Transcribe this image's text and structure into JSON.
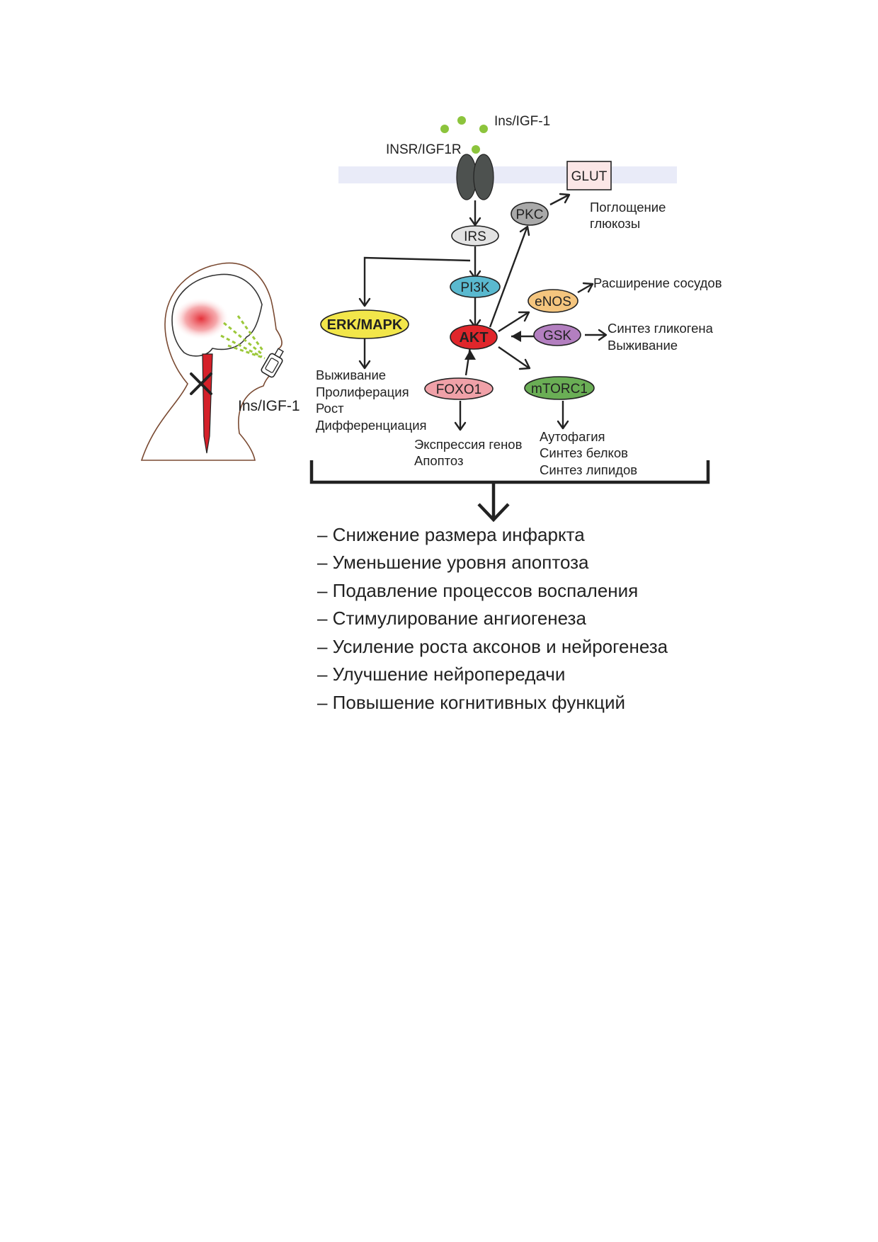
{
  "ligand_label": "Ins/IGF-1",
  "receptor_label": "INSR/IGF1R",
  "nasal_label": "Ins/IGF-1",
  "nodes": {
    "glut": "GLUT",
    "pkc": "PKC",
    "irs": "IRS",
    "pi3k": "PI3K",
    "erk_mapk": "ERK/MAPK",
    "enos": "eNOS",
    "akt": "AKT",
    "gsk": "GSK",
    "foxo1": "FOXO1",
    "mtorc1": "mTORC1"
  },
  "effects": {
    "glut": [
      "Поглощение",
      "глюкозы"
    ],
    "enos": [
      "Расширение сосудов"
    ],
    "gsk": [
      "Синтез гликогена",
      "Выживание"
    ],
    "erk": [
      "Выживание",
      "Пролиферация",
      "Рост",
      "Дифференциация"
    ],
    "foxo1": [
      "Экспрессия генов",
      "Апоптоз"
    ],
    "mtorc1": [
      "Аутофагия",
      "Синтез белков",
      "Синтез липидов"
    ]
  },
  "outcomes": [
    "– Снижение размера инфаркта",
    "– Уменьшение уровня апоптоза",
    "– Подавление процессов воспаления",
    "– Стимулирование ангиогенеза",
    "– Усиление роста аксонов и нейрогенеза",
    "– Улучшение нейропередачи",
    "– Повышение когнитивных функций"
  ],
  "colors": {
    "membrane": "#e9ebf8",
    "receptor": "#4d514f",
    "ligand": "#8cc43c",
    "glut_fill": "#fbe6e6",
    "pkc": "#a9a9a9",
    "irs": "#e3e3e3",
    "pi3k": "#5ab9cf",
    "erk_mapk": "#f2e64a",
    "enos": "#f4c57e",
    "akt": "#e0262b",
    "gsk": "#b37fc0",
    "foxo1": "#f0a1a8",
    "mtorc1": "#6aae55",
    "spinal_cord": "#d42029",
    "lesion": "#e8434a",
    "spray": "#9cc83a"
  },
  "icons": [
    "head-silhouette-icon",
    "nasal-spray-icon",
    "block-x-icon"
  ]
}
